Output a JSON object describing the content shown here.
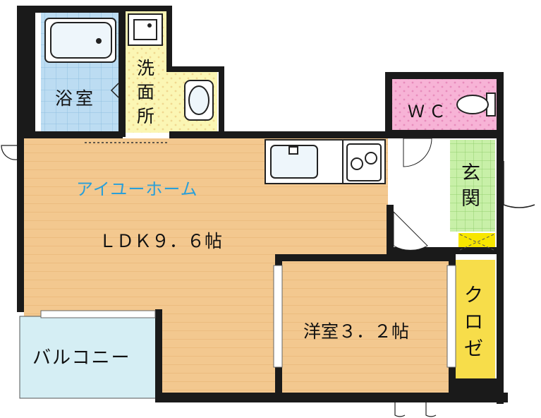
{
  "rooms": {
    "bath": "浴室",
    "washroom": "洗面所",
    "wc": "ＷＣ",
    "entrance": "玄関",
    "ldk": "ＬＤＫ９．６帖",
    "western": "洋室３．２帖",
    "closet": "クロゼ",
    "balcony": "バルコニー"
  },
  "watermark": "アイユーホーム",
  "colors": {
    "wall": "#1a1a1a",
    "ldk_floor": "#f3c88f",
    "bath_floor": "#bcdcf2",
    "wash_floor": "#fbf6b4",
    "wc_floor": "#f7b3d6",
    "entrance_floor": "#c8f0a8",
    "closet_floor": "#f7dd4a",
    "watermark": "#2a9fd8"
  }
}
